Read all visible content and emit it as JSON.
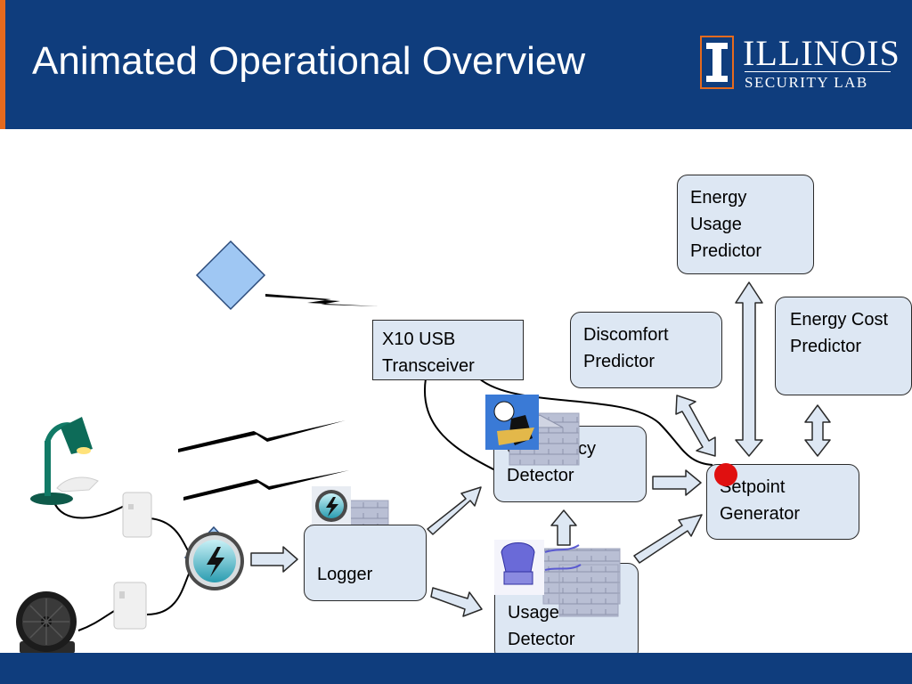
{
  "header": {
    "title": "Animated Operational Overview",
    "logo": {
      "word": "ILLINOIS",
      "sub": "SECURITY LAB"
    }
  },
  "nodes": {
    "x10": [
      "X10 USB",
      "Transceiver"
    ],
    "energy_usage": [
      "Energy",
      "Usage",
      "Predictor"
    ],
    "discomfort": [
      "Discomfort",
      "Predictor"
    ],
    "energy_cost": [
      "Energy Cost",
      "Predictor"
    ],
    "occupancy": [
      "Occupancy",
      "Detector"
    ],
    "setpoint": [
      "Setpoint",
      "Generator"
    ],
    "logger": [
      "Logger"
    ],
    "usage": [
      "Usage",
      "Detector"
    ]
  },
  "colors": {
    "header_bg": "#0f3d7d",
    "accent": "#e56a1e",
    "node_fill": "#dde7f3",
    "diamond_fill": "#9fc7f3",
    "event_dot": "#e01010"
  },
  "icons": [
    "desk-lamp-icon",
    "fan-icon",
    "x10-module-icon",
    "lightning-orb-icon",
    "house-icon",
    "lightbulb-person-icon",
    "appliance-icon"
  ]
}
